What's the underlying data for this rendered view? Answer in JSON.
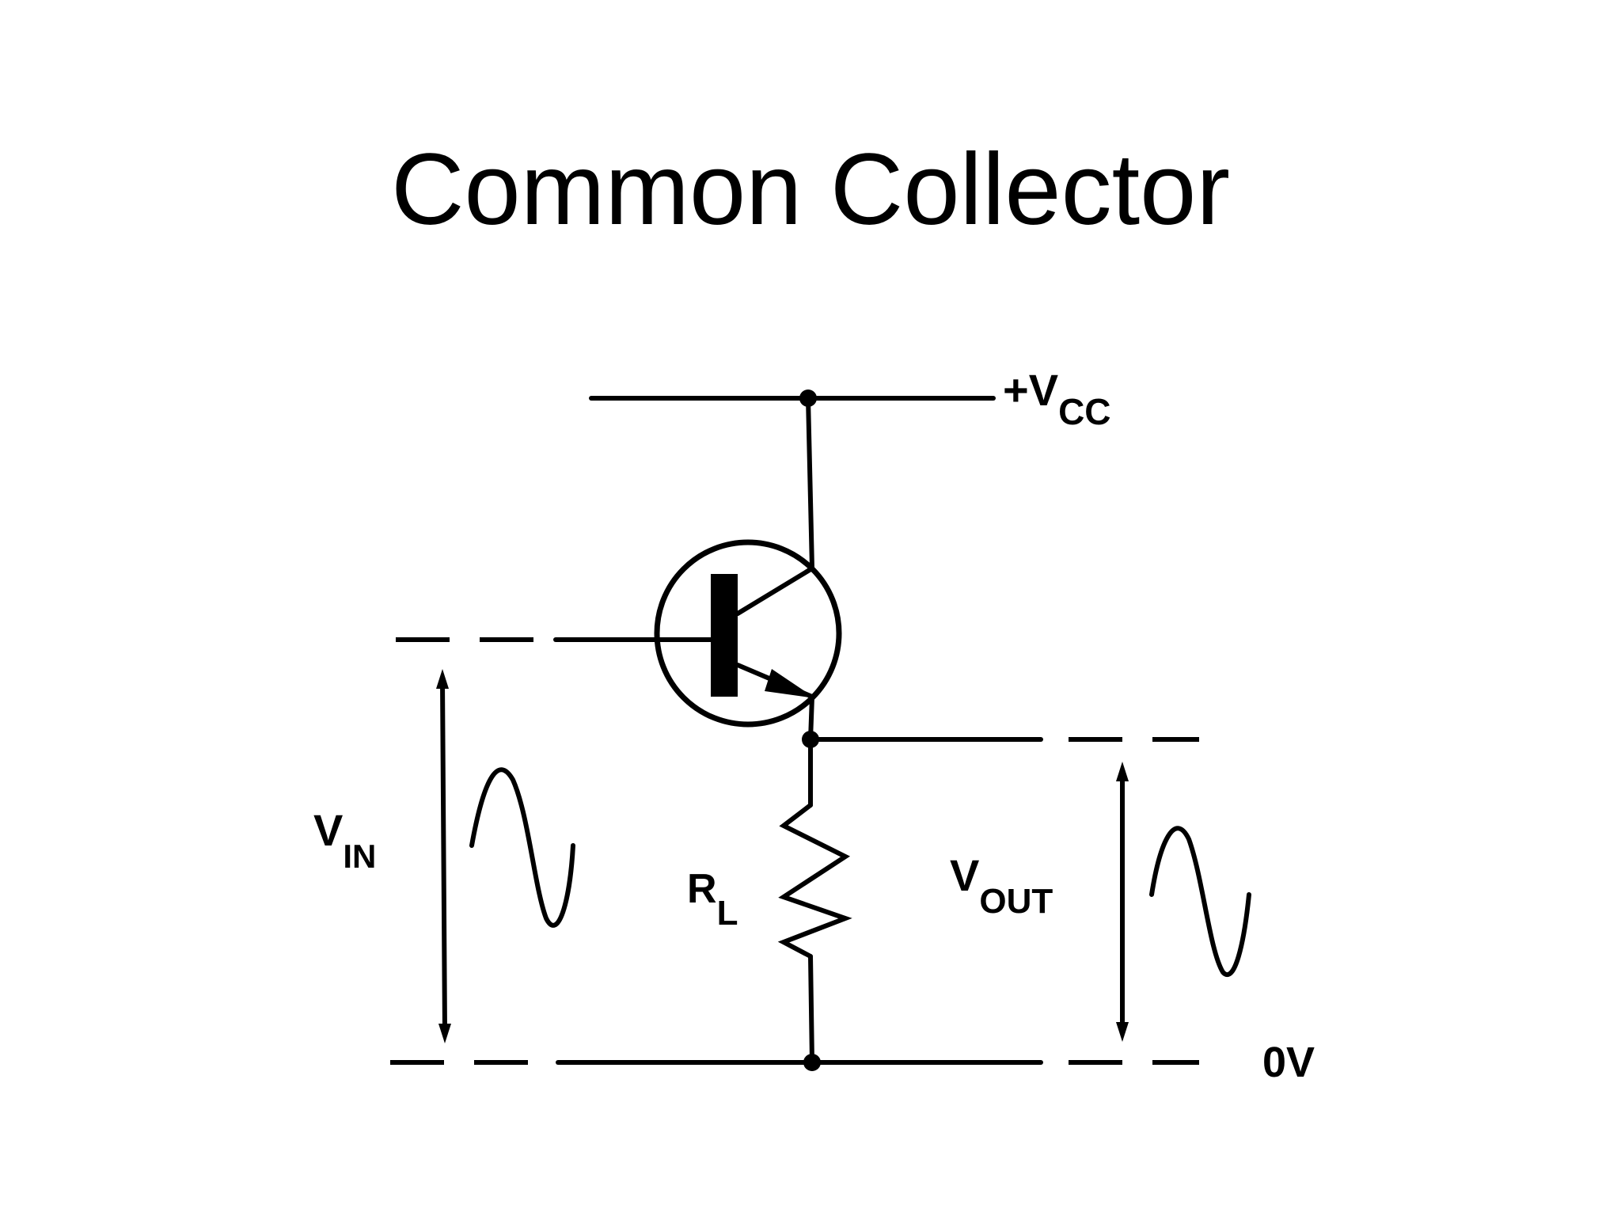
{
  "title": "Common Collector",
  "labels": {
    "vcc": "+V",
    "vcc_sub": "CC",
    "vin": "V",
    "vin_sub": "IN",
    "vout": "V",
    "vout_sub": "OUT",
    "rl": "R",
    "rl_sub": "L",
    "ground": "0V"
  },
  "colors": {
    "background": "#ffffff",
    "ink": "#000000"
  }
}
